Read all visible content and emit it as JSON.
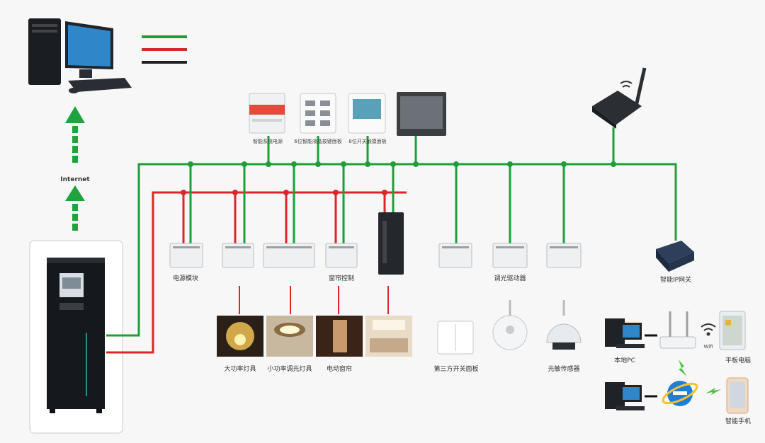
{
  "labels": {
    "internet": "Internet",
    "wifi": "Wifi",
    "top_power": "智能系统电源",
    "top_panel_a": "6位智能液晶按键面板",
    "top_panel_b": "8位开关触摸面板",
    "mod_power": "电源模块",
    "mod_curtain": "窗帘控制",
    "mod_dimmer": "调光驱动器",
    "load_high": "大功率灯具",
    "load_dimmable": "小功率调光灯具",
    "load_curtain": "电动窗帘",
    "third_party": "第三方开关面板",
    "light_sensor": "光敏传感器",
    "ip_gateway": "智能IP网关",
    "local_pc": "本地PC",
    "tablet": "平板电脑",
    "phone": "智能手机"
  },
  "colors": {
    "bus_green": "#1e9e3a",
    "power_red": "#d9262a",
    "arrow_green": "#1fa33e"
  }
}
